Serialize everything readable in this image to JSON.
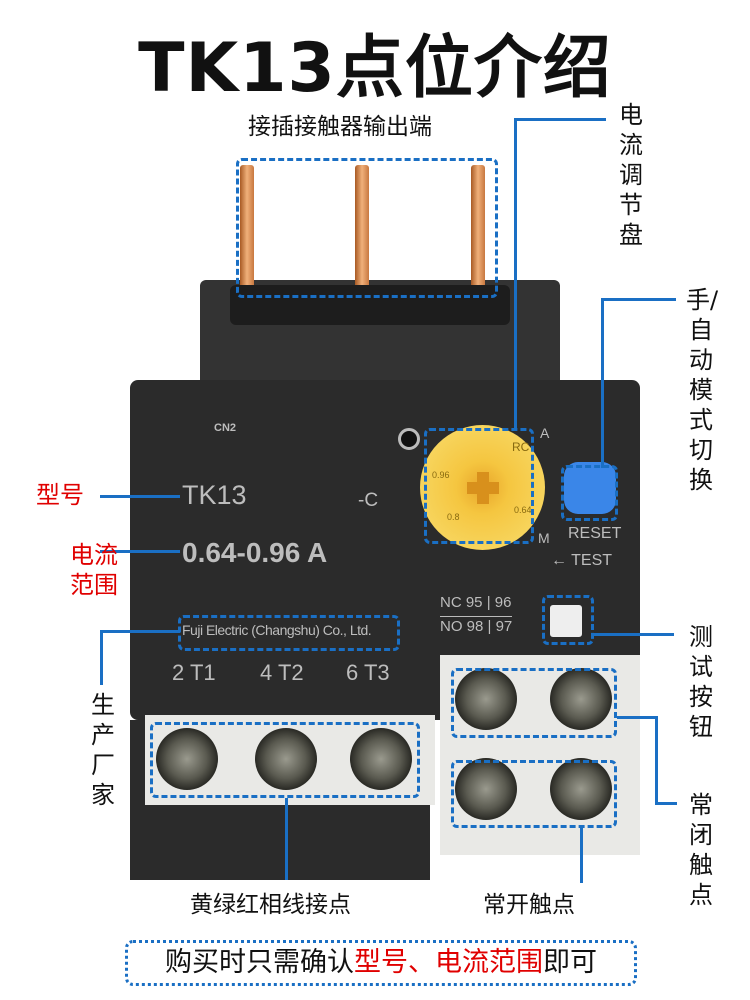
{
  "title": "TK13点位介绍",
  "labels": {
    "output_terminals": "接插接触器输出端",
    "current_dial": "电流调节盘",
    "mode_switch": "手/自动模式切换",
    "test_button": "测试按钮",
    "nc_contact": "常闭触点",
    "model": "型号",
    "current_range": "电流范围",
    "manufacturer": "生产厂家",
    "phase_terminals": "黄绿红相线接点",
    "no_contact": "常开触点"
  },
  "device": {
    "code": "CN2",
    "model": "TK13",
    "suffix": "-C",
    "range": "0.64-0.96 A",
    "maker": "Fuji Electric (Changshu) Co., Ltd.",
    "terminals": [
      "2 T1",
      "4 T2",
      "6 T3"
    ],
    "dial_marks": [
      "A",
      "RC",
      "0.96",
      "0.8",
      "0.64",
      "M"
    ],
    "reset": "RESET",
    "test": "← TEST",
    "contacts": {
      "nc": "NC",
      "nc_nums": "95 | 96",
      "no": "NO",
      "no_nums": "98 | 97"
    }
  },
  "footer": {
    "prefix": "购买时只需确认",
    "highlight": "型号、电流范围",
    "suffix": "即可"
  },
  "colors": {
    "accent": "#1a6fc4",
    "highlight": "#e00000"
  }
}
